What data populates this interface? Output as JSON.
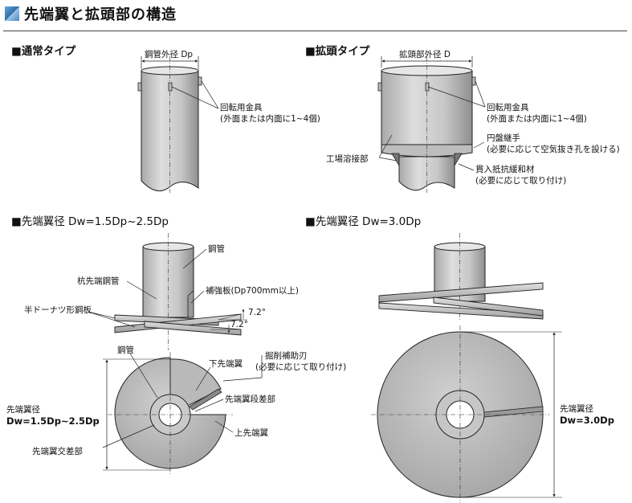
{
  "title": "先端翼と拡頭部の構造",
  "sections": {
    "normal": "■通常タイプ",
    "enlarged": "■拡頭タイプ",
    "wing_small": "■先端翼径 Dw=1.5Dp~2.5Dp",
    "wing_large": "■先端翼径 Dw=3.0Dp"
  },
  "labels": {
    "steel_od": "鋼管外径 Dp",
    "enlarged_od": "拡頭部外径 D",
    "rot_fitting_1": "回転用金具",
    "rot_fitting_1b": "(外面または内面に1~4個)",
    "rot_fitting_2": "回転用金具",
    "rot_fitting_2b": "(外面または内面に1~4個)",
    "disk_joint": "円盤継手",
    "disk_joint_b": "(必要に応じて空気抜き孔を設ける)",
    "factory_weld": "工場溶接部",
    "pen_resist": "貫入抵抗緩和材",
    "pen_resist_b": "(必要に応じて取り付け)",
    "steel_pipe_top": "鋼管",
    "pile_tip_pipe": "杭先端鋼管",
    "reinforce_plate": "補強板(Dp700mm以上)",
    "half_donut": "半ドーナツ形鋼板",
    "angle_1": "7.2°",
    "angle_2": "7.2°",
    "steel_pipe_plan": "鋼管",
    "lower_wing": "下先端翼",
    "drill_blade": "掘削補助刃",
    "drill_blade_b": "(必要に応じて取り付け)",
    "wing_step": "先端翼段差部",
    "wing_dia_left": "先端翼径",
    "wing_dia_left_b": "Dw=1.5Dp~2.5Dp",
    "upper_wing": "上先端翼",
    "wing_cross": "先端翼交差部",
    "wing_dia_right": "先端翼径",
    "wing_dia_right_b": "Dw=3.0Dp"
  },
  "colors": {
    "steel_light": "#d4d4d4",
    "steel_dark": "#9a9a9a",
    "line": "#222222",
    "title_accent": "#3b7bbf"
  }
}
